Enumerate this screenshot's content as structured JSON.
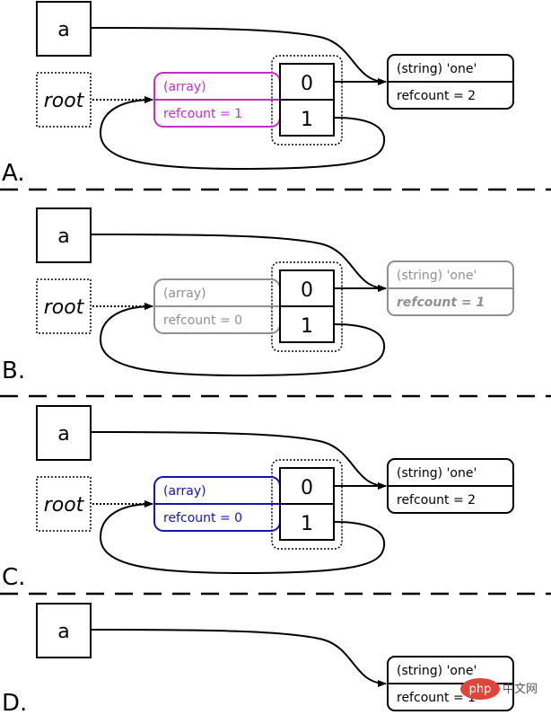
{
  "sections": [
    {
      "label": "A.",
      "variable": "a",
      "root": "root",
      "array": {
        "type_label": "(array)",
        "refcount_label": "refcount = 1",
        "color": "#c030c8",
        "faded": false,
        "indices": [
          "0",
          "1"
        ]
      },
      "string": {
        "type_label": "(string) 'one'",
        "refcount_label": "refcount = 2",
        "color": "#000000",
        "faded": false
      }
    },
    {
      "label": "B.",
      "variable": "a",
      "root": "root",
      "array": {
        "type_label": "(array)",
        "refcount_label": "refcount = 0",
        "color": "#909090",
        "faded": true,
        "indices": [
          "0",
          "1"
        ]
      },
      "string": {
        "type_label": "(string) 'one'",
        "refcount_label": "refcount = 1",
        "color": "#909090",
        "faded": true,
        "refcount_emphasis": "bold-italic"
      }
    },
    {
      "label": "C.",
      "variable": "a",
      "root": "root",
      "array": {
        "type_label": "(array)",
        "refcount_label": "refcount = 0",
        "color": "#1515b0",
        "faded": false,
        "indices": [
          "0",
          "1"
        ]
      },
      "string": {
        "type_label": "(string) 'one'",
        "refcount_label": "refcount = 2",
        "color": "#000000",
        "faded": false
      }
    },
    {
      "label": "D.",
      "variable": "a",
      "string": {
        "type_label": "(string) 'one'",
        "refcount_label": "refcount = 1",
        "color": "#000000",
        "faded": false
      }
    }
  ],
  "watermark": {
    "badge_text": "php",
    "site_text": "中文网",
    "badge_color": "#e0453a"
  }
}
